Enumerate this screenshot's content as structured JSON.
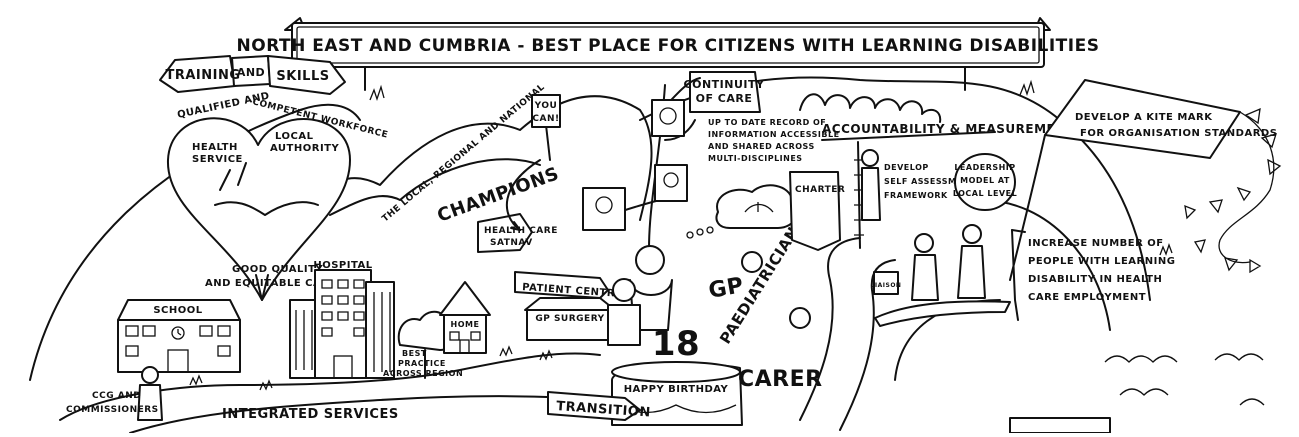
{
  "banner": {
    "title": "NORTH EAST AND CUMBRIA - BEST PLACE FOR CITIZENS WITH LEARNING DISABILITIES"
  },
  "training": {
    "ribbon_left": "TRAINING",
    "ribbon_mid": "AND",
    "ribbon_right": "SKILLS",
    "arc_1": "QUALIFIED AND",
    "arc_2": "COMPETENT WORKFORCE",
    "health_1": "HEALTH",
    "health_2": "SERVICE",
    "local_1": "LOCAL",
    "local_2": "AUTHORITY",
    "care_1": "GOOD QUALITY",
    "care_2": "AND EQUITABLE CARE"
  },
  "buildings": {
    "school": "SCHOOL",
    "hospital": "HOSPITAL",
    "home": "HOME",
    "gp": "GP SURGERY"
  },
  "best_practice": {
    "l1": "BEST",
    "l2": "PRACTICE",
    "l3": "ACROSS REGION"
  },
  "champions": {
    "small": "THE LOCAL, REGIONAL AND NATIONAL",
    "big": "CHAMPIONS"
  },
  "you_can": {
    "l1": "YOU",
    "l2": "CAN!"
  },
  "satnav": {
    "l1": "HEALTH CARE",
    "l2": "SATNAV"
  },
  "patient_centric": "PATIENT CENTRIC",
  "continuity": {
    "title_1": "CONTINUITY",
    "title_2": "OF CARE",
    "d1": "UP TO DATE RECORD OF",
    "d2": "INFORMATION ACCESSIBLE",
    "d3": "AND SHARED ACROSS",
    "d4": "MULTI-DISCIPLINES"
  },
  "cake": {
    "number": "18",
    "greeting": "HAPPY BIRTHDAY"
  },
  "roles": {
    "gp": "GP",
    "paediatrician": "PAEDIATRICIAN",
    "carer": "CARER"
  },
  "transition": "TRANSITION",
  "integrated": "INTEGRATED SERVICES",
  "ccg": {
    "l1": "CCG AND",
    "l2": "COMMISSIONERS"
  },
  "accountability": {
    "title": "ACCOUNTABILITY & MEASUREMENT",
    "charter": "CHARTER",
    "dev_1": "DEVELOP",
    "dev_2": "SELF ASSESSMENT",
    "dev_3": "FRAMEWORK",
    "lead_1": "LEADERSHIP",
    "lead_2": "MODEL AT",
    "lead_3": "LOCAL LEVEL",
    "liaison": "LIAISON"
  },
  "kite": {
    "l1": "DEVELOP A KITE MARK",
    "l2": "FOR ORGANISATION STANDARDS"
  },
  "employment": {
    "l1": "INCREASE NUMBER OF",
    "l2": "PEOPLE WITH LEARNING",
    "l3": "DISABILITY IN HEALTH",
    "l4": "CARE EMPLOYMENT"
  }
}
